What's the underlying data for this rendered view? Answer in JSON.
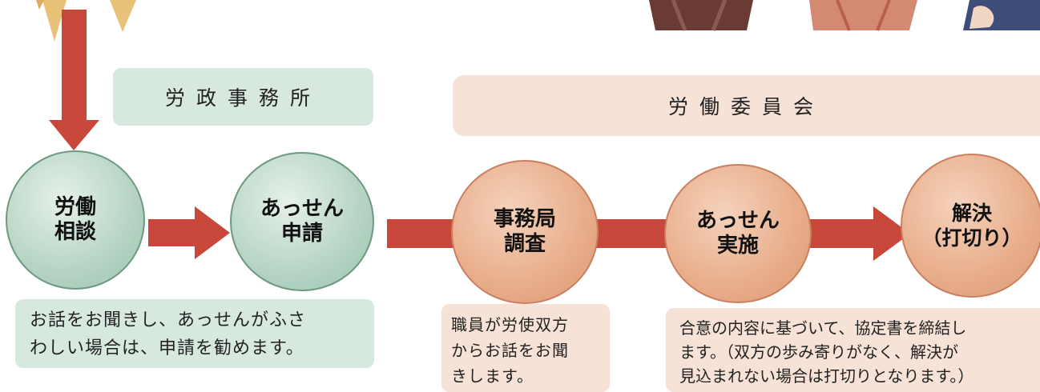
{
  "colors": {
    "arrow": "#c8473a",
    "green_box": "#d7e8df",
    "peach_box": "#f6e2d7",
    "green_circle": "#b9d6c6",
    "peach_circle": "#e8ad8a"
  },
  "headers": {
    "labor_office": "労政事務所",
    "labor_committee": "労働委員会"
  },
  "steps": [
    {
      "label": "労働\n相談"
    },
    {
      "label": "あっせん\n申請"
    },
    {
      "label": "事務局\n調査"
    },
    {
      "label": "あっせん\n実施"
    },
    {
      "label": "解決\n（打切り）"
    }
  ],
  "descriptions": [
    "お話をお聞きし、あっせんがふさ\nわしい場合は、申請を勧めます。",
    "職員が労使双方\nからお話をお聞\nきします。",
    "合意の内容に基づいて、協定書を締結し\nます。（双方の歩み寄りがなく、解決が\n見込まれない場合は打切りとなります。）"
  ]
}
